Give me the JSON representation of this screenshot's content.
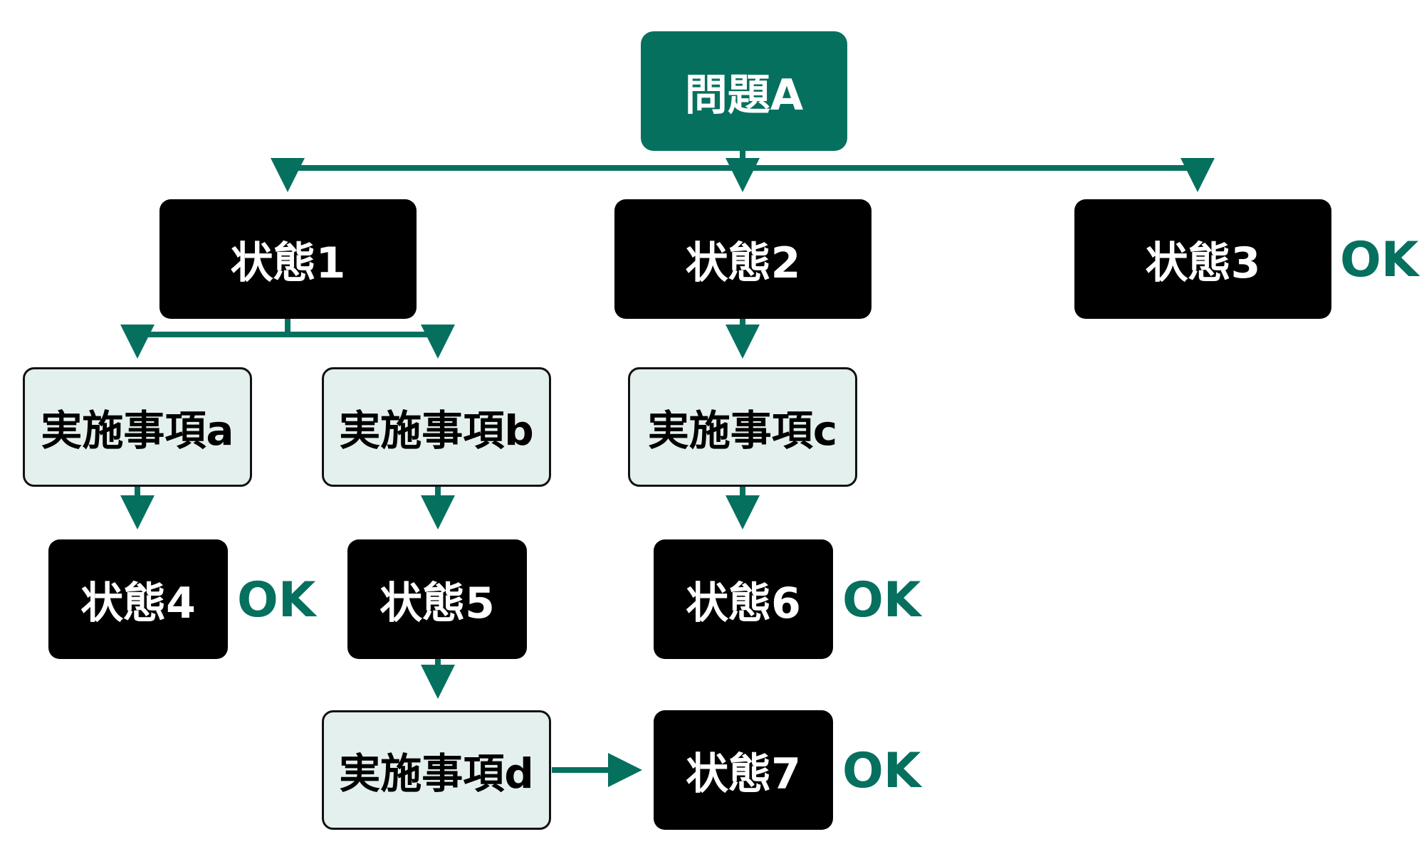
{
  "colors": {
    "accent": "#06705f",
    "state_bg": "#000000",
    "action_bg": "#e4f0ed"
  },
  "problem": {
    "label": "問題A"
  },
  "states": {
    "s1": "状態1",
    "s2": "状態2",
    "s3": "状態3",
    "s4": "状態4",
    "s5": "状態5",
    "s6": "状態6",
    "s7": "状態7"
  },
  "actions": {
    "a": "実施事項a",
    "b": "実施事項b",
    "c": "実施事項c",
    "d": "実施事項d"
  },
  "ok_label": "OK"
}
